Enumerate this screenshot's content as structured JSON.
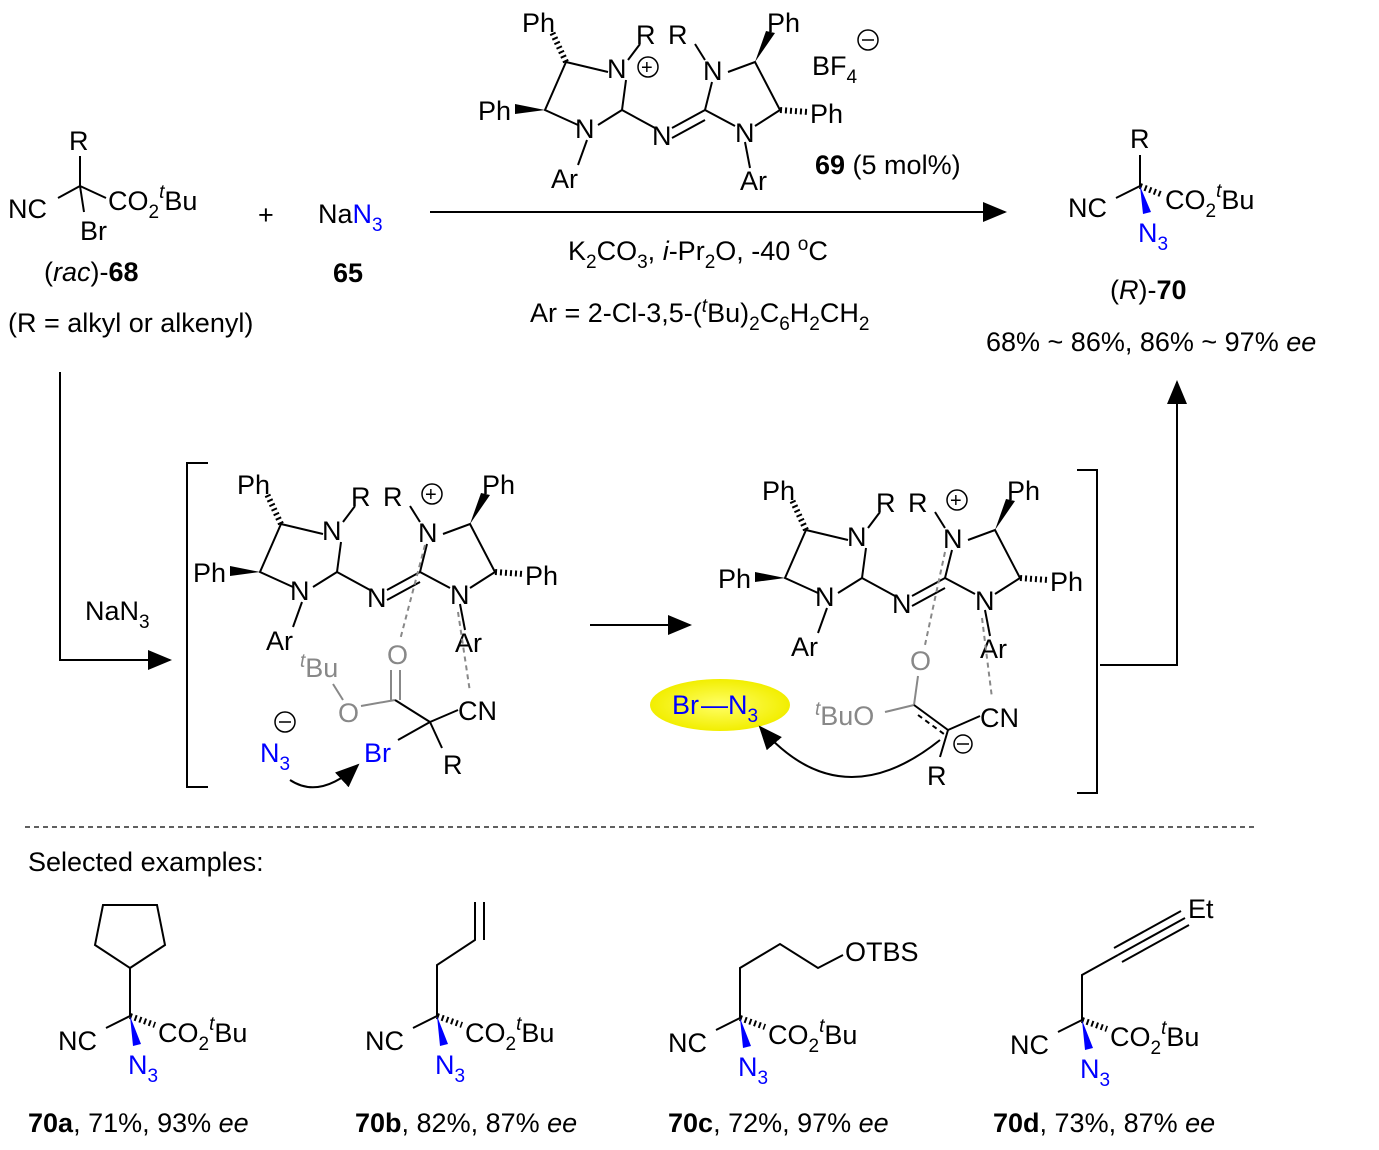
{
  "atoms": {
    "Ph": "Ph",
    "N": "N",
    "R": "R",
    "Ar": "Ar",
    "NC": "NC",
    "CN": "CN",
    "Br": "Br",
    "O": "O",
    "CO": "CO",
    "two": "2",
    "three": "3",
    "four": "4",
    "t": "t",
    "Bu": "Bu",
    "BuO": "BuO",
    "plus": "+",
    "minus": "−",
    "Na": "Na",
    "BF": "BF",
    "OTBS": "OTBS",
    "Et": "Et",
    "dash": "—"
  },
  "reactant": {
    "label_pre": "(",
    "label_rac": "rac",
    "label_post": ")-",
    "label_num": "68",
    "note": "(R = alkyl or alkenyl)"
  },
  "azide": {
    "num": "65"
  },
  "plus_sign": "+",
  "catalyst": {
    "num": "69",
    "loading": " (5 mol%)"
  },
  "conditions": {
    "line1_a": "K",
    "line1_b": "CO",
    "line1_c": ", ",
    "line1_d": "i",
    "line1_e": "-Pr",
    "line1_f": "O, -40 ",
    "line1_g": "o",
    "line1_h": "C",
    "line2_a": "Ar = 2-Cl-3,5-(",
    "line2_b": "t",
    "line2_c": "Bu)",
    "line2_d": "2",
    "line2_e": "C",
    "line2_f": "6",
    "line2_g": "H",
    "line2_h": "2",
    "line2_i": "CH",
    "line2_j": "2"
  },
  "product": {
    "label_pre": "(",
    "label_R": "R",
    "label_post": ")-",
    "label_num": "70",
    "yield": "68% ~ 86%, 86% ~ 97% ",
    "ee": "ee"
  },
  "mechanism": {
    "reagent": "NaN"
  },
  "examples_title": "Selected examples:",
  "examples": [
    {
      "id": "70a",
      "stats": ", 71%, 93% ",
      "ee": "ee"
    },
    {
      "id": "70b",
      "stats": ", 82%, 87% ",
      "ee": "ee"
    },
    {
      "id": "70c",
      "stats": ", 72%, 97% ",
      "ee": "ee"
    },
    {
      "id": "70d",
      "stats": ", 73%, 87% ",
      "ee": "ee"
    }
  ],
  "colors": {
    "azide": "#0000ff",
    "highlight": "#ffff33",
    "gray": "#888888"
  }
}
